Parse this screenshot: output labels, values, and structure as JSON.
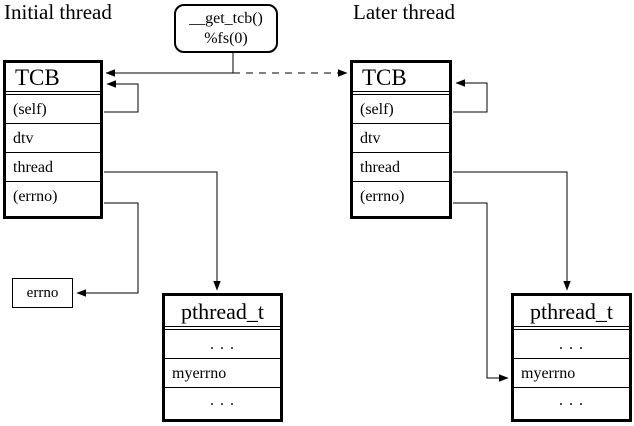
{
  "colors": {
    "ink": "#000000",
    "background": "#ffffff"
  },
  "titles": {
    "initial": "Initial thread",
    "later": "Later thread"
  },
  "get_tcb": {
    "line1": "__get_tcb()",
    "line2": "%fs(0)"
  },
  "tcb_initial": {
    "header": "TCB",
    "rows": [
      "(self)",
      "dtv",
      "thread",
      "(errno)"
    ]
  },
  "tcb_later": {
    "header": "TCB",
    "rows": [
      "(self)",
      "dtv",
      "thread",
      "(errno)"
    ]
  },
  "pthread_initial": {
    "header": "pthread_t",
    "rows": [
      ". . .",
      "myerrno",
      ". . ."
    ]
  },
  "pthread_later": {
    "header": "pthread_t",
    "rows": [
      ". . .",
      "myerrno",
      ". . ."
    ]
  },
  "errno_box": {
    "label": "errno"
  }
}
